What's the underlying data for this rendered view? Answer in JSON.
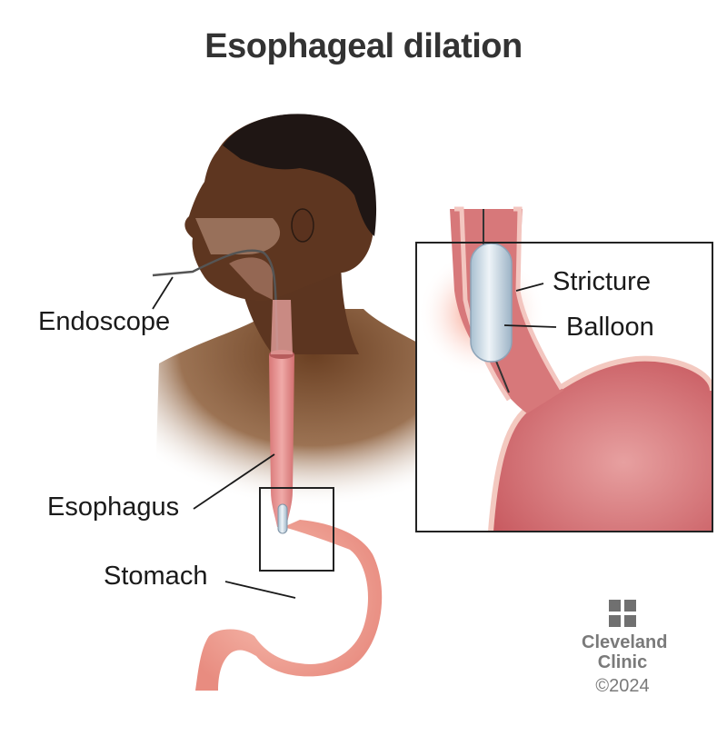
{
  "title": "Esophageal dilation",
  "labels": {
    "endoscope": "Endoscope",
    "esophagus": "Esophagus",
    "stomach": "Stomach",
    "stricture": "Stricture",
    "balloon": "Balloon"
  },
  "inset": {
    "description": "Magnified view of balloon inflated at esophageal stricture above stomach"
  },
  "branding": {
    "name_line1": "Cleveland",
    "name_line2": "Clinic",
    "copyright": "©2024",
    "logo_icon": "cleveland-clinic-cross-icon"
  },
  "colors": {
    "title": "#333333",
    "label": "#1a1a1a",
    "skin": "#5a3420",
    "hair": "#1f1614",
    "esophagus": "#e08a8a",
    "stomach": "#f2a898",
    "balloon": "#c9dbe8",
    "logo": "#707070"
  }
}
